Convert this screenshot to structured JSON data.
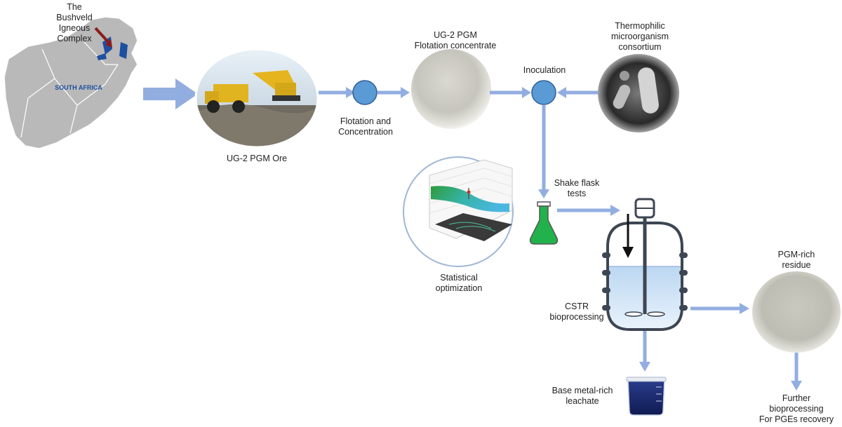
{
  "labels": {
    "bushveld": [
      "The",
      "Bushveld",
      "Igneous",
      "Complex"
    ],
    "south_africa": "SOUTH AFRICA",
    "ore": "UG-2 PGM Ore",
    "flotation": [
      "Flotation and",
      "Concentration"
    ],
    "concentrate": [
      "UG-2 PGM",
      "Flotation concentrate"
    ],
    "inoculation": "Inoculation",
    "microorganism": [
      "Thermophilic",
      "microorganism",
      "consortium"
    ],
    "shake_flask": [
      "Shake flask",
      "tests"
    ],
    "statistical": [
      "Statistical",
      "optimization"
    ],
    "cstr": [
      "CSTR",
      "bioprocessing"
    ],
    "residue": [
      "PGM-rich",
      "residue"
    ],
    "leachate": [
      "Base metal-rich",
      "leachate"
    ],
    "further": [
      "Further",
      "bioprocessing",
      "For PGEs recovery"
    ]
  },
  "colors": {
    "arrow": "#92aee0",
    "node": "#5b9bd5",
    "node_stroke": "#2f5f99",
    "map_land": "#b9b9b9",
    "complex": "#1f4fa0",
    "pointer": "#8b1c1c",
    "flask": "#22b24c",
    "liquid": "#cfe3f6",
    "reactor_stroke": "#3d4652"
  },
  "icons": [
    "south-africa-map-icon",
    "mining-truck-photo",
    "concentrate-powder-photo",
    "microorganism-micrograph",
    "response-surface-plot-icon",
    "erlenmeyer-flask-icon",
    "cstr-reactor-icon",
    "residue-powder-photo",
    "leachate-beaker-icon"
  ]
}
